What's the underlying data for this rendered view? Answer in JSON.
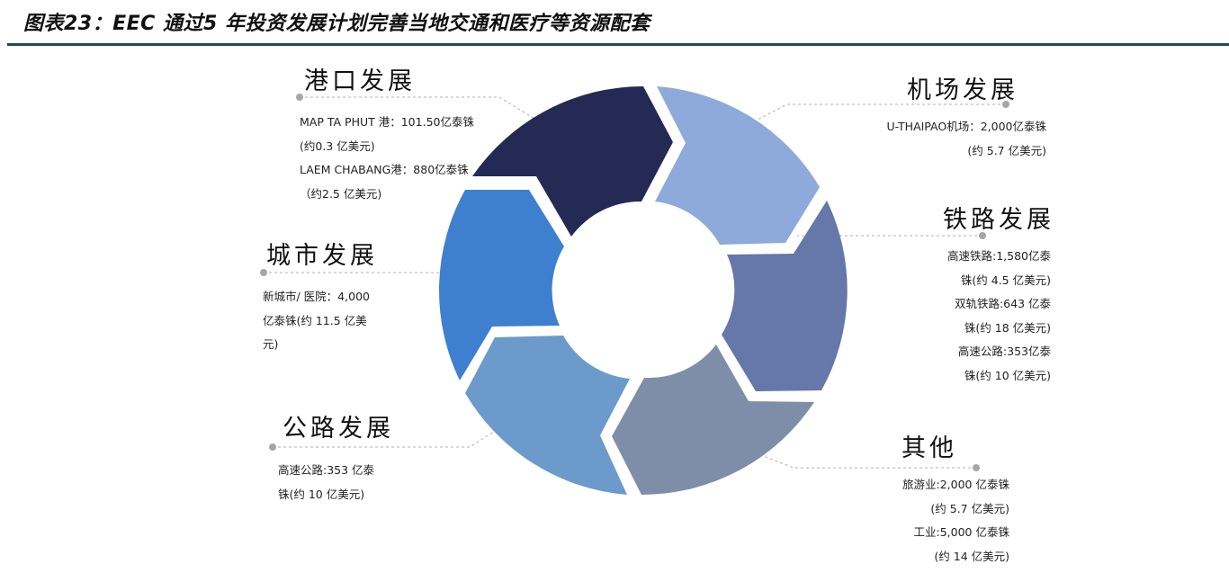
{
  "title": "图表23：EEC 通过5 年投资发展计划完善当地交通和医疗等资源配套",
  "colors": {
    "rule": "#1d4a60",
    "port": "#252a55",
    "airport": "#8eaadb",
    "rail": "#6677aa",
    "other": "#7f8ea8",
    "road": "#6b9acb",
    "city": "#3f7fcf",
    "leader": "#b0b0b0",
    "dot": "#a6a6a6"
  },
  "segments": [
    {
      "id": "port",
      "heading": "港口发展",
      "lines": [
        "MAP TA PHUT 港：101.50亿泰铢",
        "(约0.3 亿美元)",
        "LAEM CHABANG港：880亿泰铢",
        "（约2.5 亿美元)"
      ]
    },
    {
      "id": "airport",
      "heading": "机场发展",
      "lines": [
        "U-THAIPAO机场：2,000亿泰铢",
        "(约 5.7 亿美元)"
      ]
    },
    {
      "id": "rail",
      "heading": "铁路发展",
      "lines": [
        "高速铁路:1,580亿泰",
        "铢(约 4.5 亿美元)",
        "双轨铁路:643 亿泰",
        "铢(约 18 亿美元)",
        "高速公路:353亿泰",
        "铢(约 10 亿美元)"
      ]
    },
    {
      "id": "other",
      "heading": "其他",
      "lines": [
        "旅游业:2,000 亿泰铢",
        "(约 5.7 亿美元)",
        "工业:5,000 亿泰铢",
        "(约 14 亿美元)"
      ]
    },
    {
      "id": "road",
      "heading": "公路发展",
      "lines": [
        "高速公路:353 亿泰",
        "铢(约 10 亿美元)"
      ]
    },
    {
      "id": "city",
      "heading": "城市发展",
      "lines": [
        "新城市/ 医院：4,000",
        "亿泰铢(约 11.5 亿美",
        "元)"
      ]
    }
  ]
}
